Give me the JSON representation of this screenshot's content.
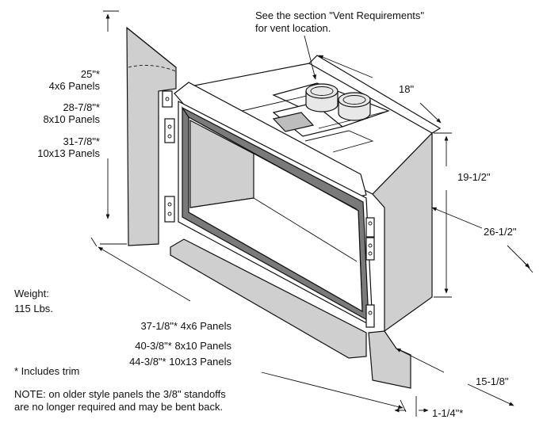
{
  "callout": {
    "line1": "See the section \"Vent Requirements\"",
    "line2": "for vent location."
  },
  "dims": {
    "height_trim": [
      {
        "size": "25\"*",
        "panel": "4x6 Panels"
      },
      {
        "size": "28-7/8\"*",
        "panel": "8x10 Panels"
      },
      {
        "size": "31-7/8\"*",
        "panel": "10x13 Panels"
      }
    ],
    "width_trim": [
      "37-1/8\"* 4x6 Panels",
      "40-3/8\"* 8x10 Panels",
      "44-3/8\"* 10x13 Panels"
    ],
    "depth_top": "18\"",
    "height_front": "19-1/2\"",
    "height_back": "26-1/2\"",
    "depth_bottom": "15-1/8\"",
    "standoff": "1-1/4\"*"
  },
  "weight": {
    "label": "Weight:",
    "value": "115 Lbs."
  },
  "footnote": "* Includes trim",
  "note": {
    "line1": "NOTE: on older style panels the 3/8\" standoffs",
    "line2": "are no longer required and may be bent back."
  }
}
